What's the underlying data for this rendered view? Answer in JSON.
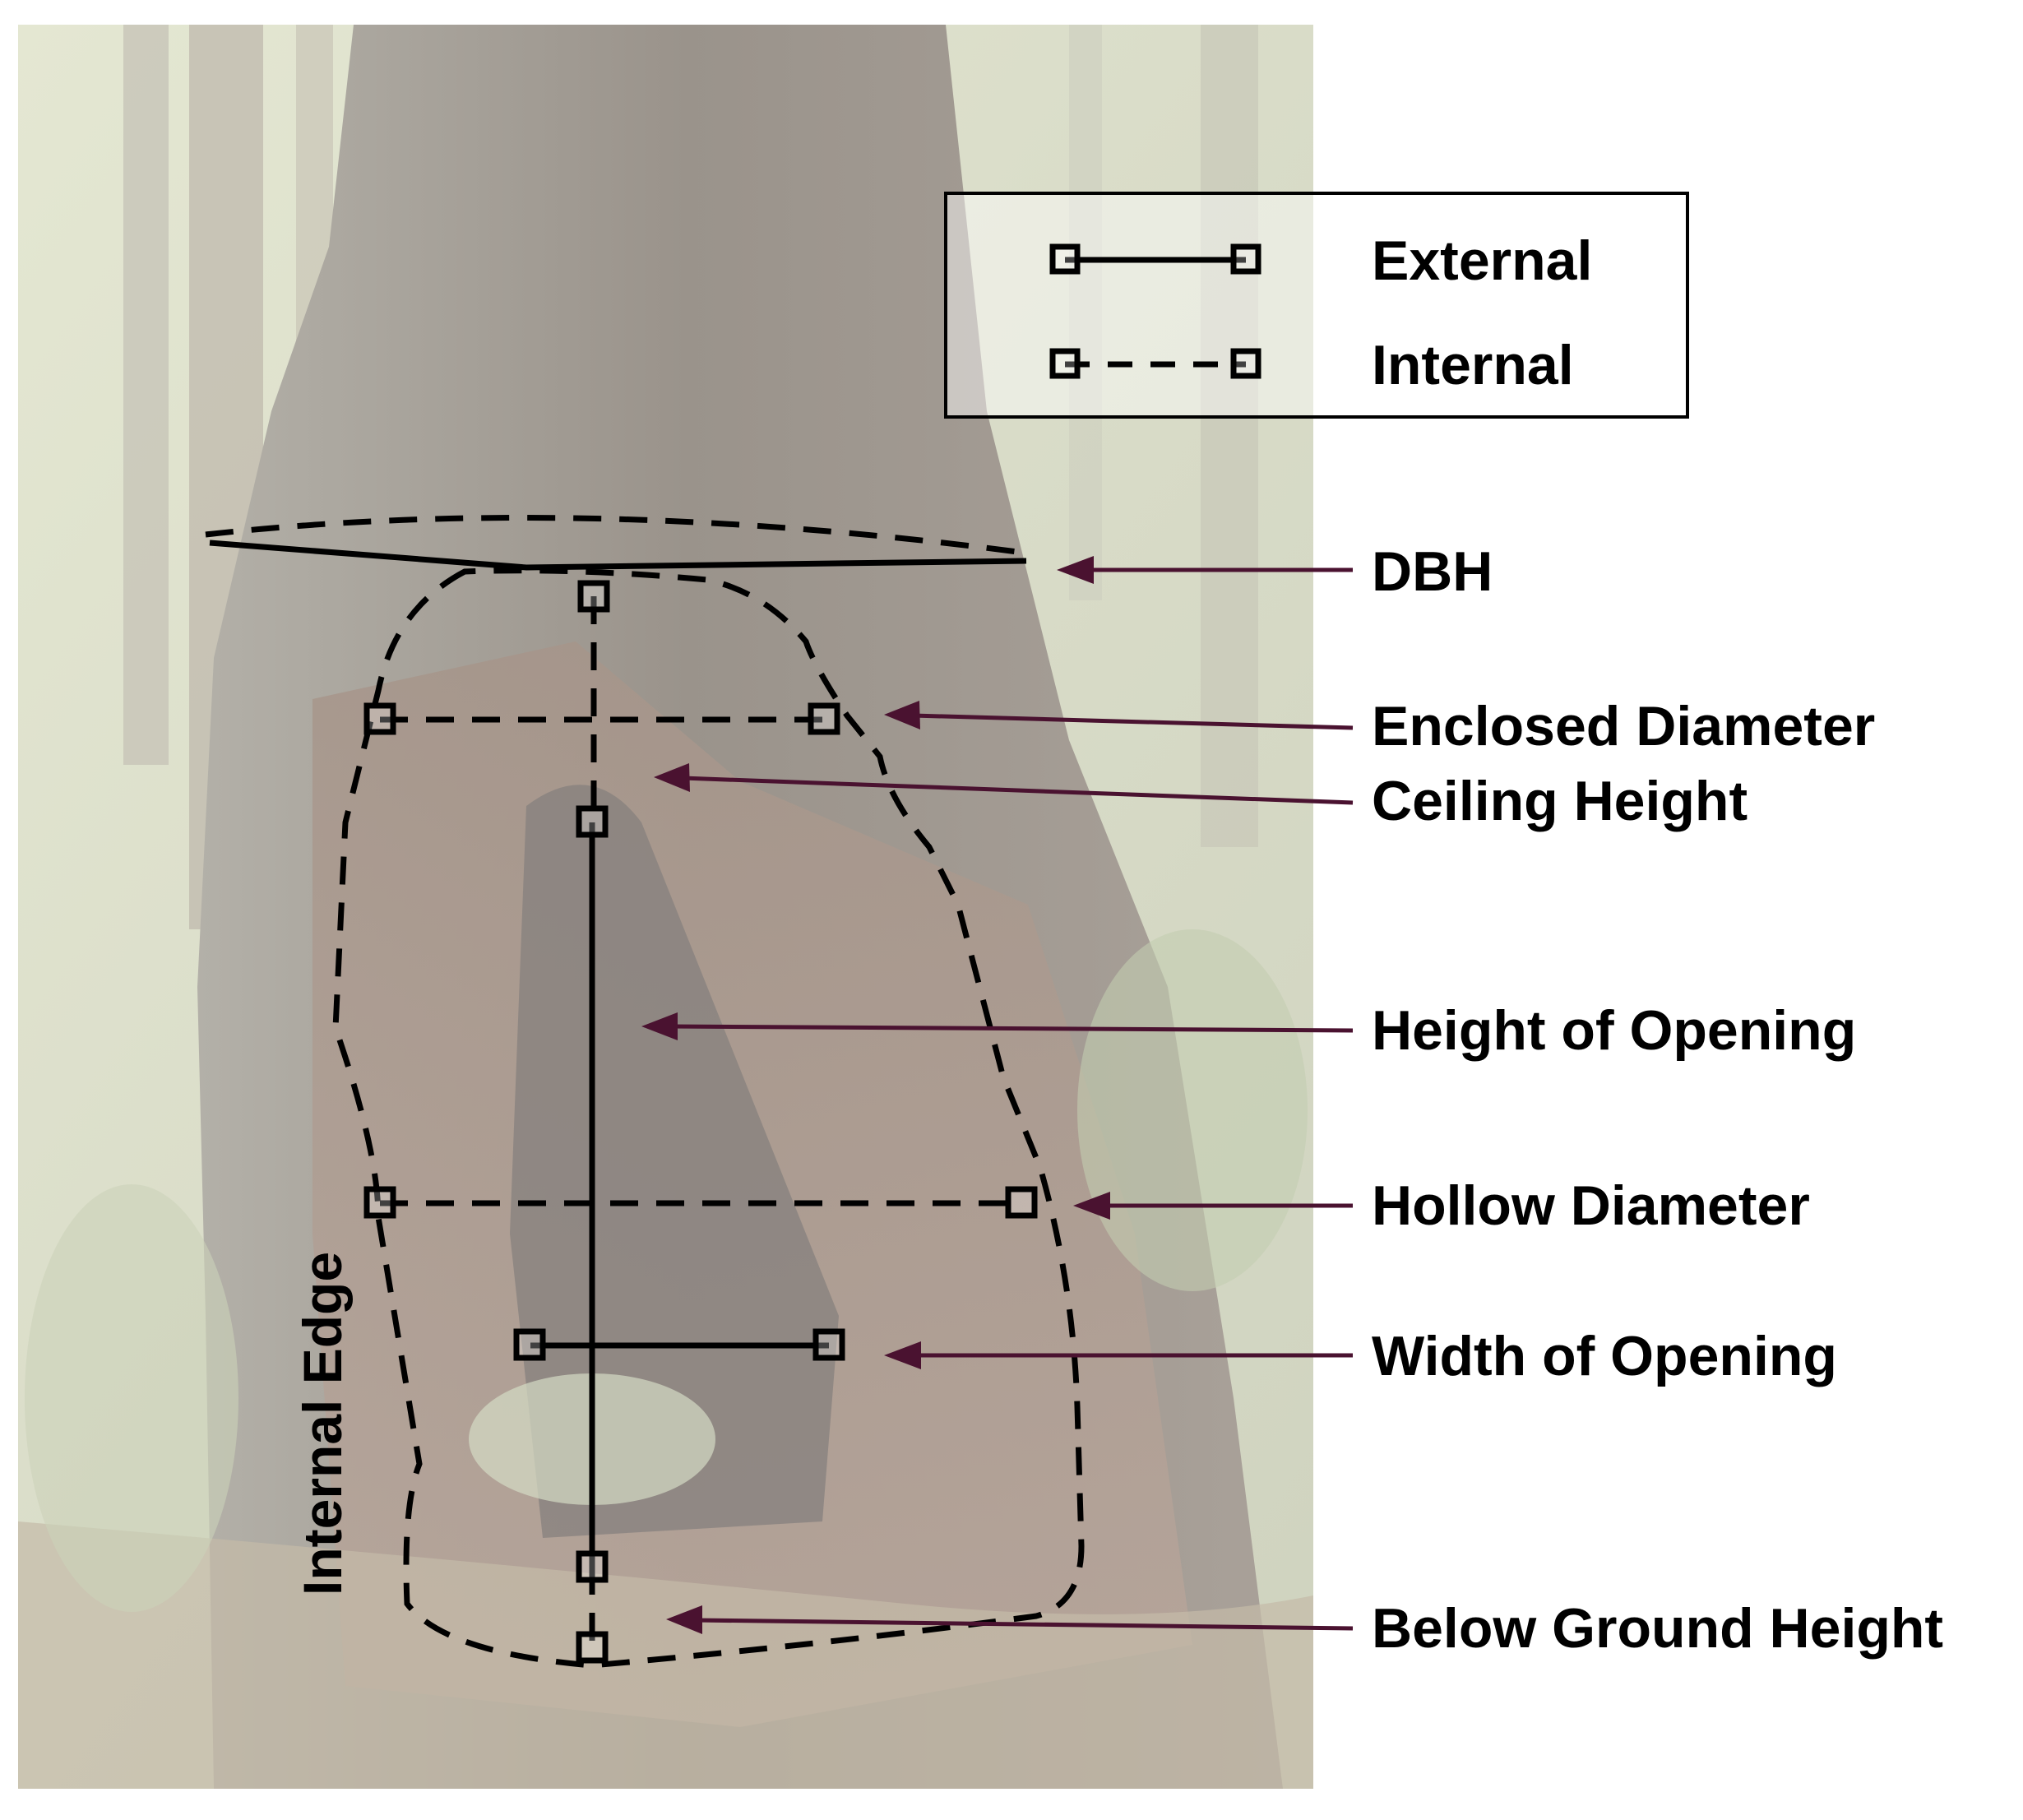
{
  "legend": {
    "external_label": "External",
    "internal_label": "Internal"
  },
  "labels": {
    "dbh": "DBH",
    "enclosed_diameter": "Enclosed Diameter",
    "ceiling_height": "Ceiling Height",
    "height_of_opening": "Height of Opening",
    "hollow_diameter": "Hollow Diameter",
    "width_of_opening": "Width of Opening",
    "below_ground_height": "Below Ground Height",
    "internal_edge": "Internal Edge"
  },
  "colors": {
    "arrow": "#4a1230",
    "line": "#000000"
  }
}
